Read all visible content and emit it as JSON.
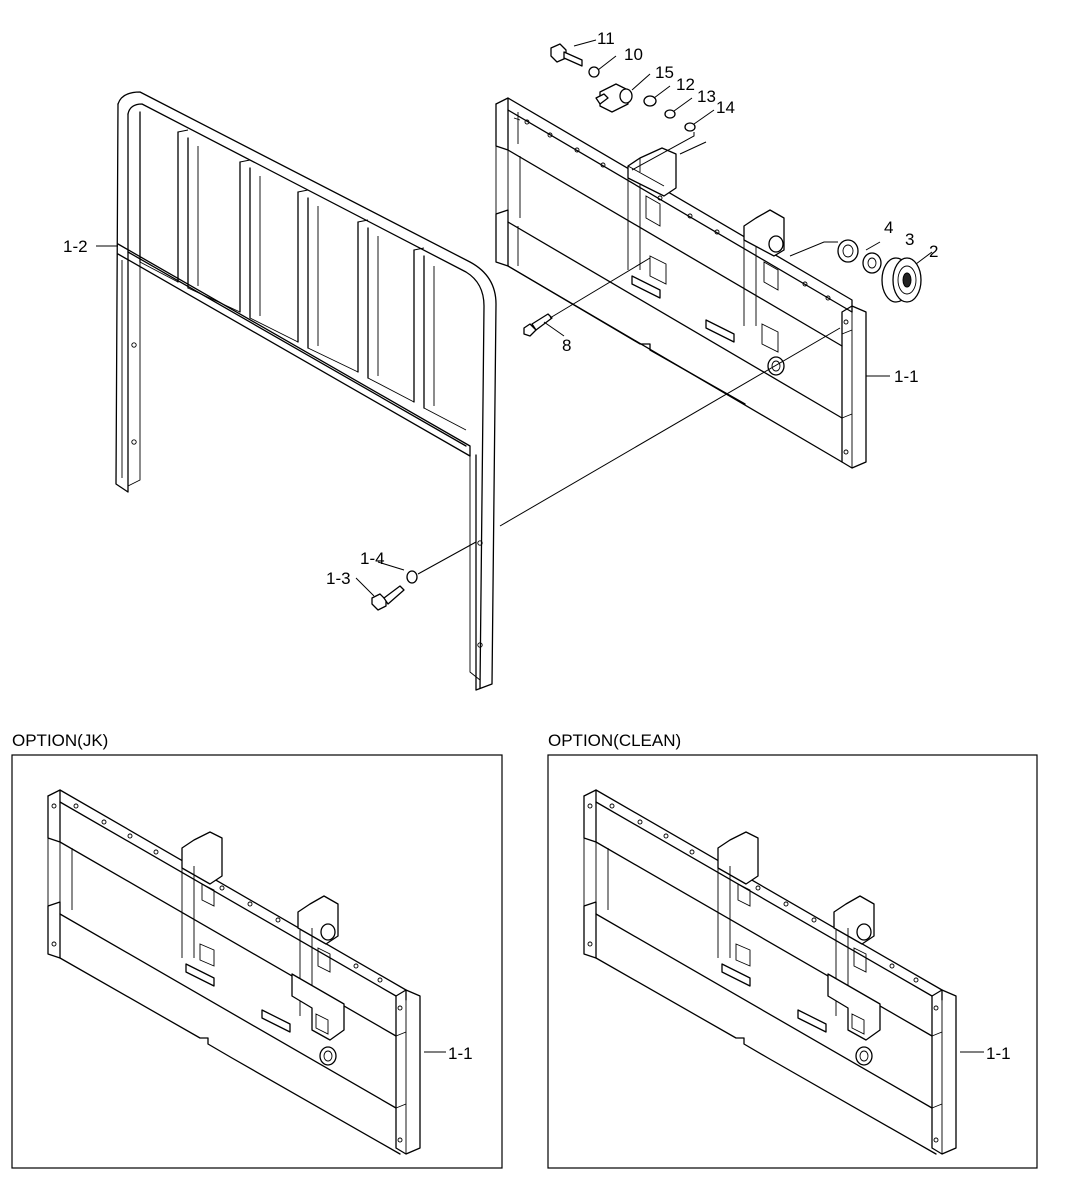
{
  "callouts": {
    "c11": "11",
    "c10": "10",
    "c15": "15",
    "c12": "12",
    "c13": "13",
    "c14": "14",
    "c4": "4",
    "c3": "3",
    "c2": "2",
    "c8": "8",
    "c1_1": "1-1",
    "c1_2": "1-2",
    "c1_3": "1-3",
    "c1_4": "1-4",
    "jk_1_1": "1-1",
    "clean_1_1": "1-1"
  },
  "panels": {
    "jk_title": "OPTION(JK)",
    "clean_title": "OPTION(CLEAN)"
  }
}
